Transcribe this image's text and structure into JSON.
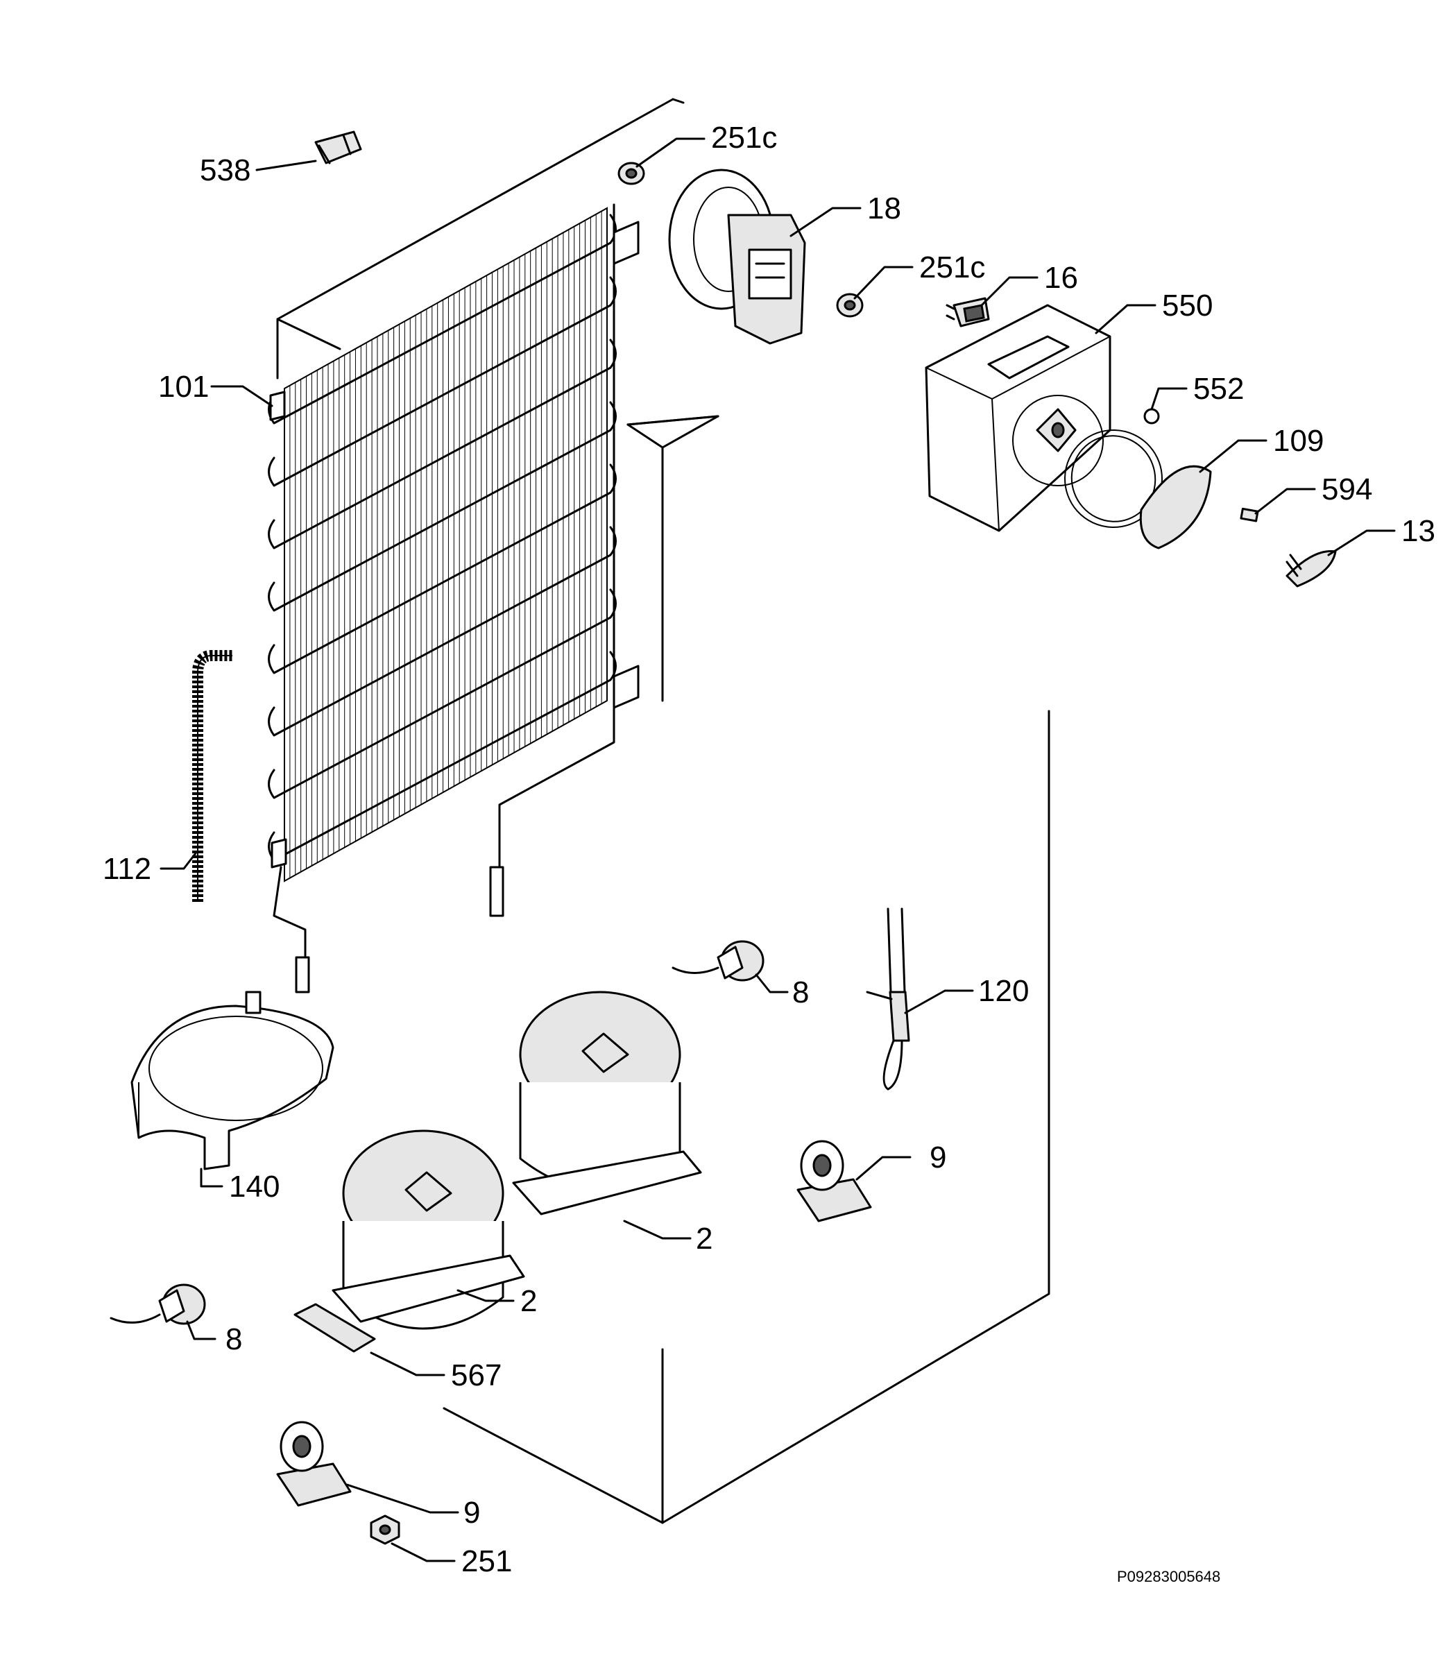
{
  "diagram": {
    "labels": {
      "l538": "538",
      "l251c_a": "251c",
      "l18": "18",
      "l251c_b": "251c",
      "l16": "16",
      "l550": "550",
      "l101": "101",
      "l552": "552",
      "l109": "109",
      "l594": "594",
      "l13": "13",
      "l112": "112",
      "l8_a": "8",
      "l120": "120",
      "l140": "140",
      "l9_a": "9",
      "l2_a": "2",
      "l2_b": "2",
      "l8_b": "8",
      "l567": "567",
      "l9_b": "9",
      "l251": "251"
    },
    "drawing_code": "P09283005648"
  }
}
